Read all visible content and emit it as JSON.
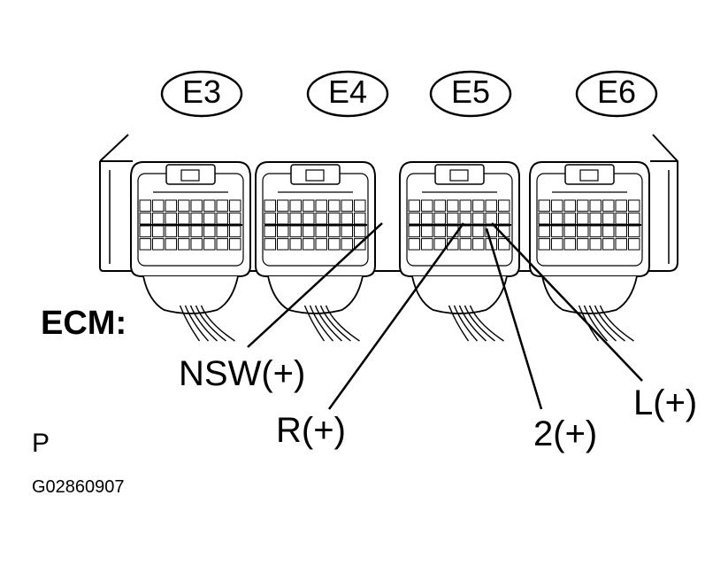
{
  "connectors": [
    {
      "id": "E3"
    },
    {
      "id": "E4"
    },
    {
      "id": "E5"
    },
    {
      "id": "E6"
    }
  ],
  "component_label": "ECM:",
  "pins": {
    "nsw": "NSW(+)",
    "r": "R(+)",
    "two": "2(+)",
    "l": "L(+)"
  },
  "view_tag": "P",
  "figure_code": "G02860907"
}
